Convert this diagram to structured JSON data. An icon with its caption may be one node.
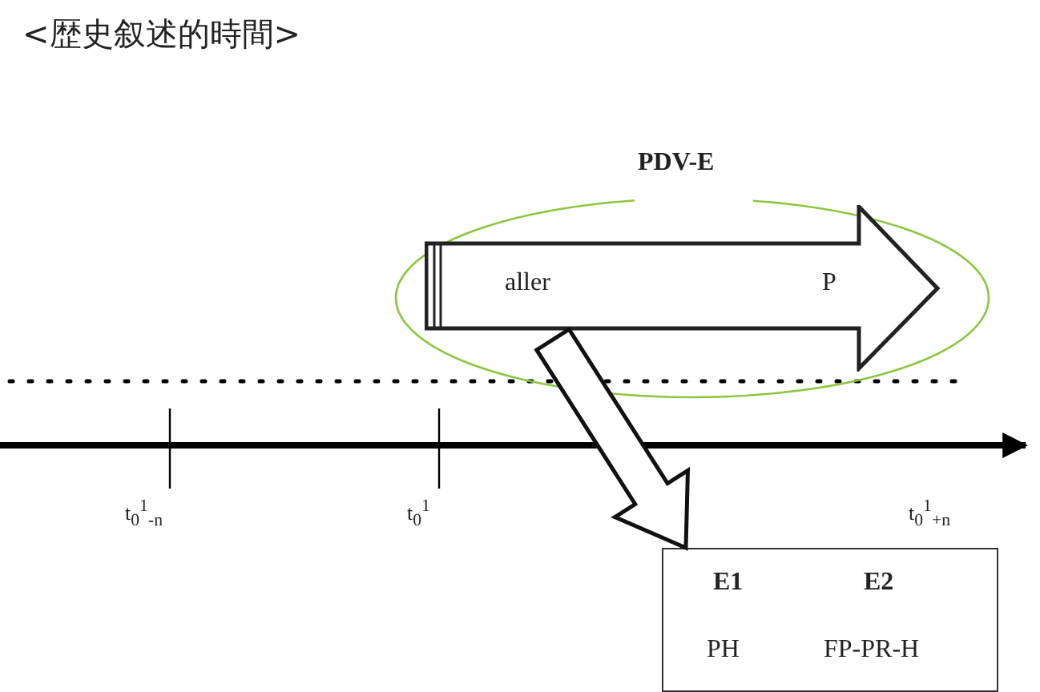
{
  "diagram": {
    "title": "<歴史叙述的時間>",
    "nodes": [
      {
        "text": [
          "PDV-E"
        ]
      },
      {
        "text": [
          "aller",
          "P"
        ],
        "in": 0
      },
      {
        "text": [
          "E1",
          "E2",
          "PH",
          "FP-PR-H"
        ]
      }
    ],
    "edges": [
      {
        "from": 1,
        "to": 2,
        "arrow": "to",
        "style": "thick"
      }
    ],
    "labels": [
      "t$_{0}$$^{1}$$_{-n}$",
      "t$_{0}$$^{1}$",
      "t$_{0}$$^{1}$$_{+n}$"
    ]
  }
}
